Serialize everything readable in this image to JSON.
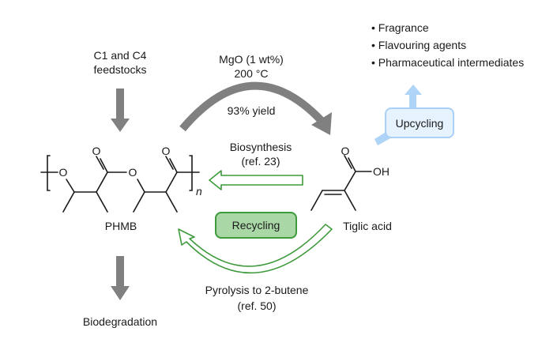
{
  "feedstock": {
    "line1": "C1 and C4",
    "line2": "feedstocks"
  },
  "catalysis": {
    "line1": "MgO (1 wt%)",
    "line2": "200 °C",
    "yield": "93% yield"
  },
  "biosynthesis": {
    "line1": "Biosynthesis",
    "line2": "(ref. 23)"
  },
  "polymer": {
    "name": "PHMB",
    "atoms": {
      "o_ether_1": "O",
      "o_carbonyl_1": "O",
      "o_ether_2": "O",
      "o_carbonyl_2": "O",
      "subscript": "n"
    }
  },
  "monomer": {
    "name": "Tiglic acid",
    "atoms": {
      "o_carbonyl": "O",
      "hydroxyl": "OH"
    }
  },
  "recycling": {
    "label": "Recycling"
  },
  "pyrolysis": {
    "line1": "Pyrolysis to 2-butene",
    "line2": "(ref. 50)"
  },
  "biodegradation": {
    "label": "Biodegradation"
  },
  "upcycling": {
    "label": "Upcycling",
    "applications": [
      "Fragrance",
      "Flavouring agents",
      "Pharmaceutical intermediates"
    ],
    "bullet": "•"
  },
  "colors": {
    "gray_arrow": "#808080",
    "green_stroke": "#3f9a3c",
    "recycle_fill": "#a9d8a6",
    "upcycle_fill": "#e6f2fd",
    "upcycle_border": "#a9d1f7",
    "upcycle_arrow": "#aed4f8",
    "text": "#1a1a1a"
  }
}
